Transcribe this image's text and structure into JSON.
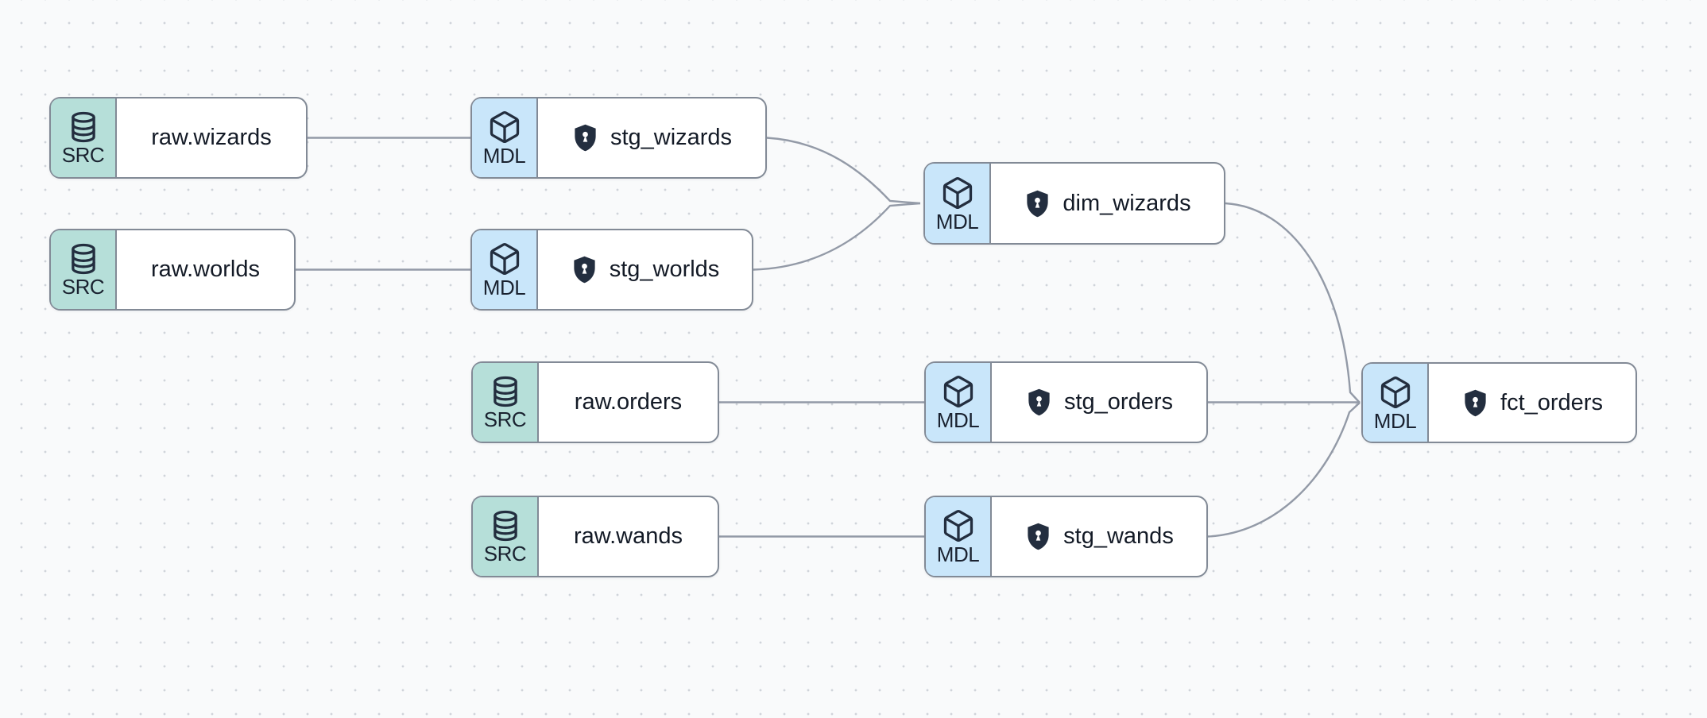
{
  "canvas": {
    "background_color": "#f9fafb",
    "dot_color": "#d0d4da"
  },
  "colors": {
    "src_badge": "#b6dfd9",
    "mdl_badge": "#c9e6fa",
    "node_border": "#828a96",
    "edge": "#939aa7",
    "text": "#131a26",
    "icon": "#232e3f"
  },
  "node_types": {
    "source_badge_label": "SRC",
    "model_badge_label": "MDL"
  },
  "nodes": [
    {
      "id": "raw.wizards",
      "label": "raw.wizards",
      "badge": "SRC",
      "type": "source",
      "icon": "database-icon",
      "shield": false
    },
    {
      "id": "raw.worlds",
      "label": "raw.worlds",
      "badge": "SRC",
      "type": "source",
      "icon": "database-icon",
      "shield": false
    },
    {
      "id": "raw.orders",
      "label": "raw.orders",
      "badge": "SRC",
      "type": "source",
      "icon": "database-icon",
      "shield": false
    },
    {
      "id": "raw.wands",
      "label": "raw.wands",
      "badge": "SRC",
      "type": "source",
      "icon": "database-icon",
      "shield": false
    },
    {
      "id": "stg_wizards",
      "label": "stg_wizards",
      "badge": "MDL",
      "type": "model",
      "icon": "cube-icon",
      "shield": true
    },
    {
      "id": "stg_worlds",
      "label": "stg_worlds",
      "badge": "MDL",
      "type": "model",
      "icon": "cube-icon",
      "shield": true
    },
    {
      "id": "stg_orders",
      "label": "stg_orders",
      "badge": "MDL",
      "type": "model",
      "icon": "cube-icon",
      "shield": true
    },
    {
      "id": "stg_wands",
      "label": "stg_wands",
      "badge": "MDL",
      "type": "model",
      "icon": "cube-icon",
      "shield": true
    },
    {
      "id": "dim_wizards",
      "label": "dim_wizards",
      "badge": "MDL",
      "type": "model",
      "icon": "cube-icon",
      "shield": true
    },
    {
      "id": "fct_orders",
      "label": "fct_orders",
      "badge": "MDL",
      "type": "model",
      "icon": "cube-icon",
      "shield": true
    }
  ],
  "edges": [
    {
      "from": "raw.wizards",
      "to": "stg_wizards"
    },
    {
      "from": "raw.worlds",
      "to": "stg_worlds"
    },
    {
      "from": "raw.orders",
      "to": "stg_orders"
    },
    {
      "from": "raw.wands",
      "to": "stg_wands"
    },
    {
      "from": "stg_wizards",
      "to": "dim_wizards"
    },
    {
      "from": "stg_worlds",
      "to": "dim_wizards"
    },
    {
      "from": "dim_wizards",
      "to": "fct_orders"
    },
    {
      "from": "stg_orders",
      "to": "fct_orders"
    },
    {
      "from": "stg_wands",
      "to": "fct_orders"
    }
  ]
}
